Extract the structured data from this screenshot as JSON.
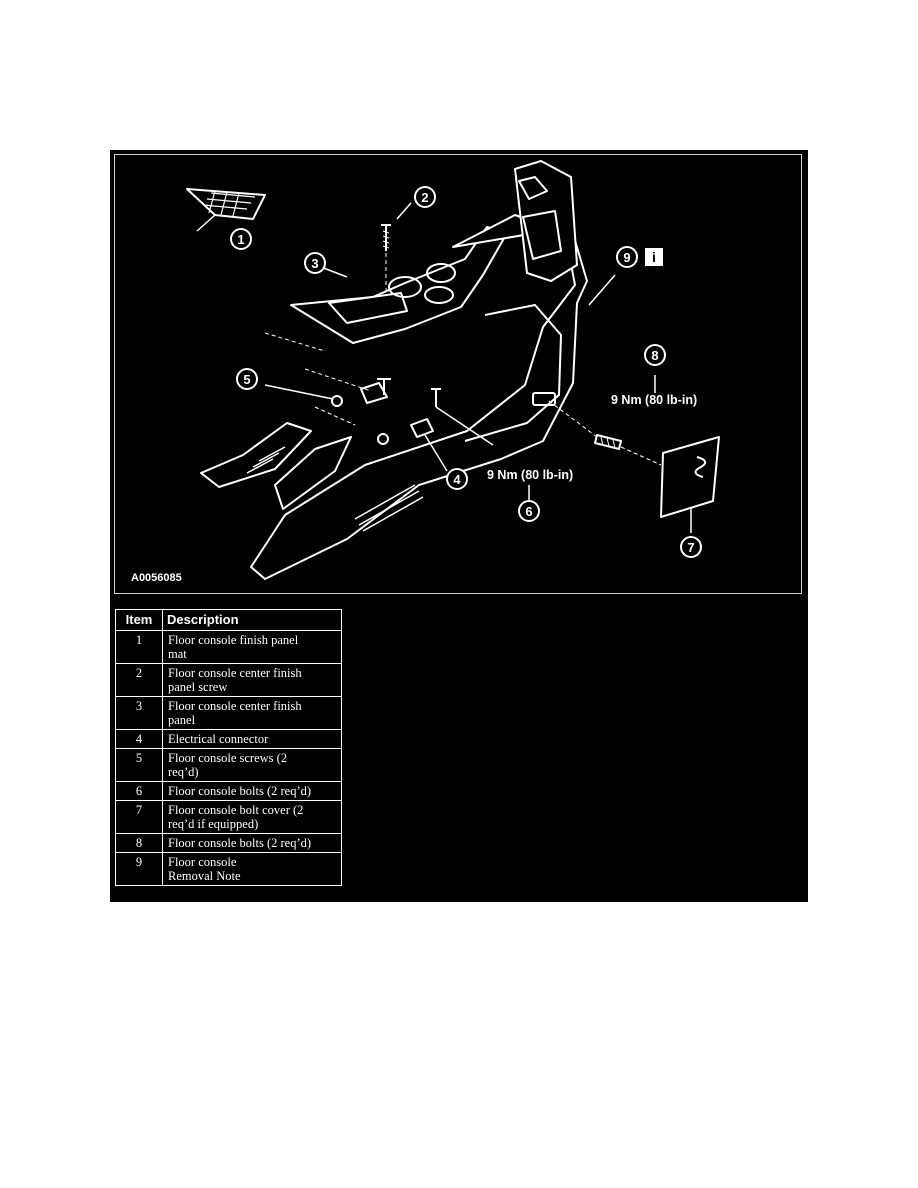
{
  "diagram": {
    "figure_id": "A0056085",
    "callouts": {
      "c1": "1",
      "c2": "2",
      "c3": "3",
      "c4": "4",
      "c5": "5",
      "c6": "6",
      "c7": "7",
      "c8": "8",
      "c9": "9"
    },
    "info_icon_glyph": "i",
    "torque_upper": "9 Nm (80 lb-in)",
    "torque_lower": "9 Nm (80 lb-in)"
  },
  "table": {
    "headers": {
      "item": "Item",
      "description": "Description"
    },
    "rows": [
      {
        "item": "1",
        "line1": "Floor console finish panel",
        "line2": "mat"
      },
      {
        "item": "2",
        "line1": "Floor console center finish",
        "line2": "panel screw"
      },
      {
        "item": "3",
        "line1": "Floor console center finish",
        "line2": "panel"
      },
      {
        "item": "4",
        "line1": "Electrical connector",
        "line2": ""
      },
      {
        "item": "5",
        "line1": "Floor console screws (2",
        "line2": "req’d)"
      },
      {
        "item": "6",
        "line1": "Floor console bolts (2 req’d)",
        "line2": ""
      },
      {
        "item": "7",
        "line1": "Floor console bolt cover (2",
        "line2": "req’d if equipped)"
      },
      {
        "item": "8",
        "line1": "Floor console bolts (2 req’d)",
        "line2": ""
      },
      {
        "item": "9",
        "line1": "Floor console",
        "line2": "Removal Note"
      }
    ]
  },
  "colors": {
    "background": "#000000",
    "ink": "#ffffff",
    "page": "#ffffff"
  },
  "icons": {
    "info": "info-icon"
  }
}
